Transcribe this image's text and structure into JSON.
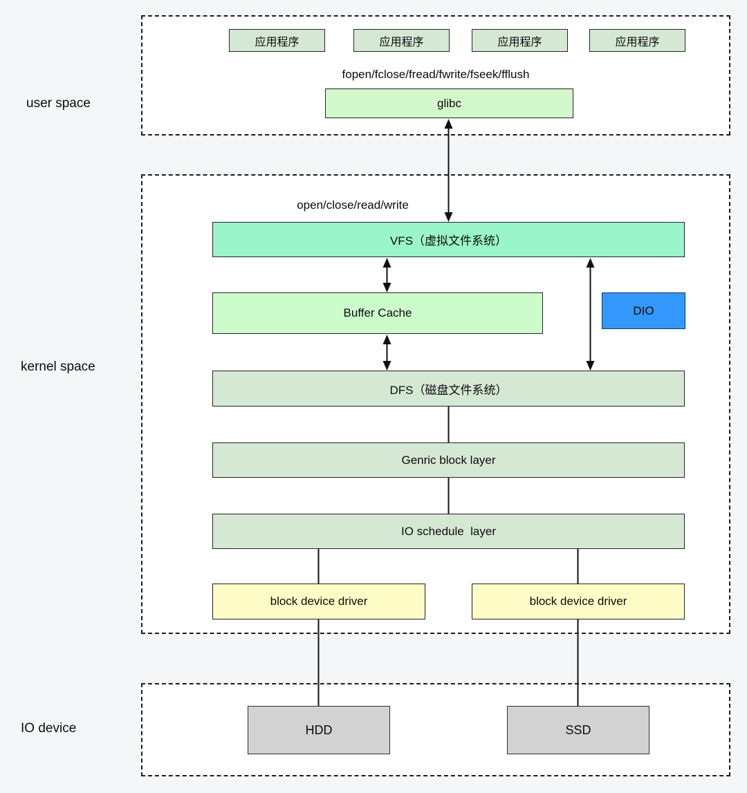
{
  "side_labels": {
    "user_space": "user space",
    "kernel_space": "kernel space",
    "io_device": "IO device"
  },
  "api_labels": {
    "stdio": "fopen/fclose/fread/fwrite/fseek/fflush",
    "syscall": "open/close/read/write"
  },
  "nodes": {
    "apps": [
      "应用程序",
      "应用程序",
      "应用程序",
      "应用程序"
    ],
    "glibc": "glibc",
    "vfs": "VFS（虚拟文件系统）",
    "buffer_cache": "Buffer Cache",
    "dio": "DIO",
    "dfs": "DFS（磁盘文件系统）",
    "generic_block_layer": "Genric block layer",
    "io_schedule_layer": "IO schedule  layer",
    "block_device_driver_left": "block device driver",
    "block_device_driver_right": "block device driver",
    "hdd": "HDD",
    "ssd": "SSD"
  },
  "colors": {
    "canvas_bg": "#f5f6f7",
    "region_bg": "#ffffff",
    "region_border": "#1c1c1c",
    "sage_green": "#d5e8d4",
    "mint_green": "#9af5ca",
    "light_green": "#ccfccb",
    "glibc_green": "#d2f8cb",
    "dio_blue": "#3398fb",
    "driver_yellow": "#fdfcc6",
    "device_gray": "#d2d2d2",
    "connector_line": "#111111"
  }
}
